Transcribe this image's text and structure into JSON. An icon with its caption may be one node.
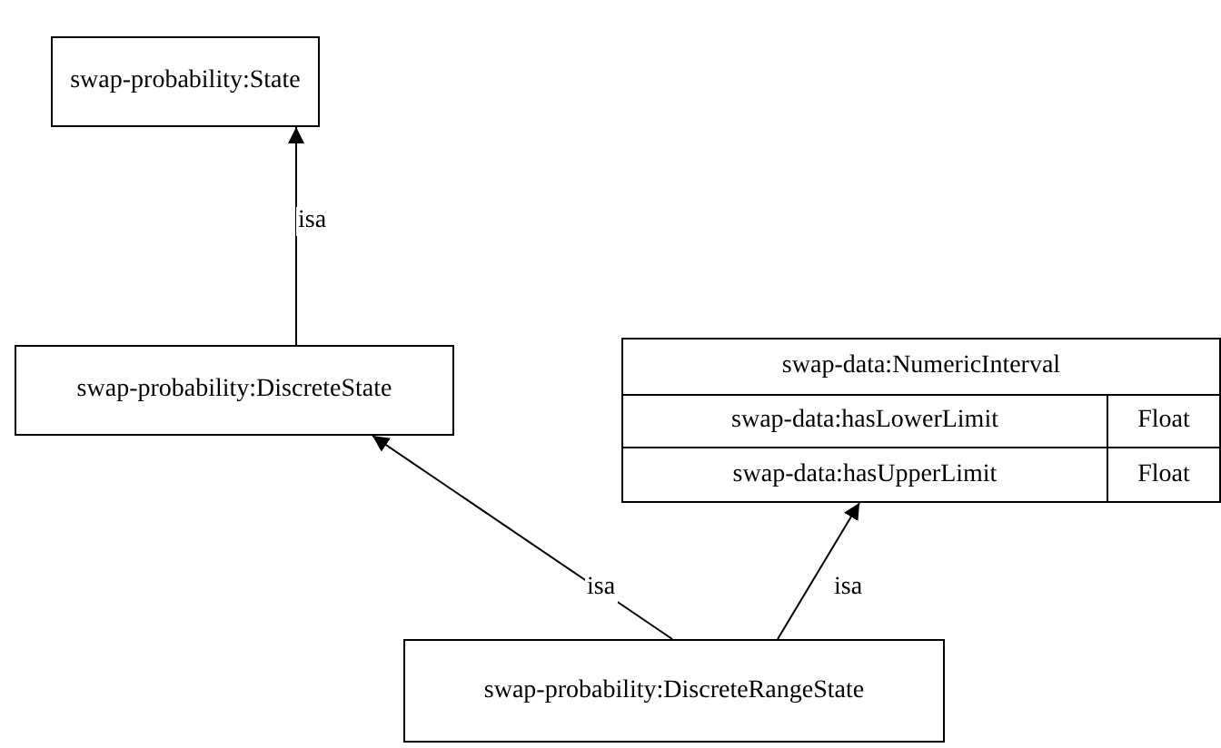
{
  "diagram": {
    "nodes": [
      {
        "text": [
          "swap-probability:State"
        ]
      },
      {
        "text": [
          "swap-probability:DiscreteState"
        ]
      },
      {
        "text": [
          "swap-data:NumericInterval",
          "swap-data:hasLowerLimit",
          "Float",
          "swap-data:hasUpperLimit",
          "Float"
        ]
      },
      {
        "text": [
          "swap-probability:DiscreteRangeState"
        ]
      }
    ],
    "edges": [
      {
        "from": 1,
        "to": 0,
        "arrow": "to",
        "label": "isa"
      },
      {
        "from": 3,
        "to": 1,
        "arrow": "to",
        "label": "isa"
      },
      {
        "from": 3,
        "to": 2,
        "arrow": "to",
        "label": "isa"
      }
    ]
  }
}
